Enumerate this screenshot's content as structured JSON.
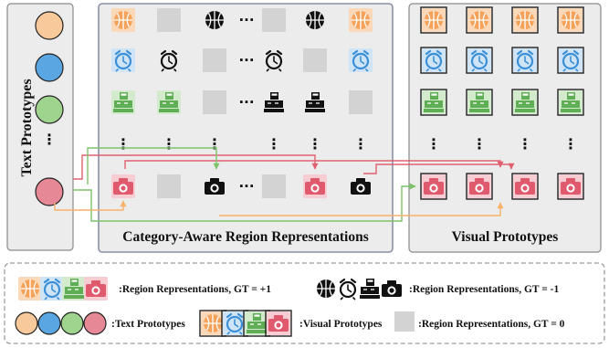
{
  "panels": {
    "text_prototypes": {
      "title": "Text Prototypes"
    },
    "region_representations": {
      "title": "Category-Aware Region Representations"
    },
    "visual_prototypes": {
      "title": "Visual Prototypes"
    }
  },
  "categories": [
    {
      "icon": "basketball-icon",
      "color": "#f5a25b",
      "bg": "#fbd9b8",
      "prototype_color": "#f8c99b"
    },
    {
      "icon": "alarm-clock-icon",
      "color": "#3c8fd6",
      "bg": "#cfe5f7",
      "prototype_color": "#5aa6e2"
    },
    {
      "icon": "cash-register-icon",
      "color": "#5fae55",
      "bg": "#d3ebcc",
      "prototype_color": "#9fd48f"
    },
    {
      "icon": "camera-icon",
      "color": "#e05a6e",
      "bg": "#f7ccd3",
      "prototype_color": "#e68895"
    }
  ],
  "ellipsis": {
    "horizontal": "···",
    "vertical": "⋮"
  },
  "legend": {
    "positive_label": ":Region Representations, GT = +1",
    "negative_label": ":Region Representations, GT = -1",
    "text_prototypes_label": ":Text Prototypes",
    "visual_prototypes_label": ":Visual Prototypes",
    "neutral_label": ":Region Representations, GT = 0"
  },
  "colors": {
    "panel_fill": "#ececec",
    "panel_border": "#8a8a8a",
    "region_panel_border": "#8a8fa8",
    "neutral_tile": "#d3d3d3",
    "negative_icon": "#111111",
    "arrow_red": "#e06070",
    "arrow_green": "#7cc36a",
    "arrow_orange": "#f6b26b"
  }
}
